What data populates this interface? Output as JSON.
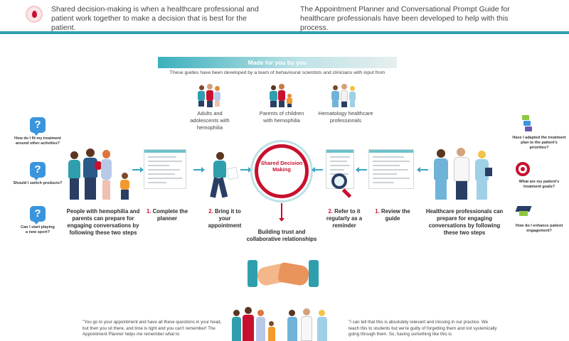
{
  "header": {
    "left_text": "Shared decision-making is when a healthcare professional and patient work together to make a decision that is best for the patient.",
    "right_text": "The Appointment Planner and Conversational Prompt Guide for healthcare professionals have been developed to help with this process."
  },
  "banner": {
    "title": "Made for you by you",
    "subtitle": "These guides have been developed by a team of behavioural scientists and clinicians with input from"
  },
  "groups": [
    {
      "label": "Adults and adolescents with hemophilia"
    },
    {
      "label": "Parents of children with hemophilia"
    },
    {
      "label": "Hematology healthcare professionals"
    }
  ],
  "patient_questions": [
    {
      "text": "How do I fit my treatment around other activities?"
    },
    {
      "text": "Should I switch products?"
    },
    {
      "text": "Can I start playing a new sport?"
    }
  ],
  "hcp_questions": [
    {
      "text": "Have I adapted the treatment plan to the patient's priorities?"
    },
    {
      "text": "What are my patient's treatment goals?"
    },
    {
      "text": "How do I enhance patient engagement?"
    }
  ],
  "patient_steps": {
    "intro": "People with hemophilia and parents can prepare for engaging conversations by following these two steps",
    "step1_num": "1.",
    "step1": "Complete the planner",
    "step2_num": "2.",
    "step2": "Bring it to your appointment"
  },
  "hcp_steps": {
    "intro": "Healthcare professionals can prepare for engaging conversations by following these two steps",
    "step1_num": "1.",
    "step1": "Review the guide",
    "step2_num": "2.",
    "step2": "Refer to it regularly as a reminder"
  },
  "center": {
    "label": "Shared Decision Making",
    "outcome": "Building trust and collaborative relationships"
  },
  "quotes": {
    "left": "\"You go to your appointment and have all these questions in your head, but then you sit there, and time is tight and you can't remember! The Appointment Planner helps me remember what to",
    "right": "\"I can tell that this is absolutely relevant and missing in our practice. We teach this to students but we're guilty of forgetting them and not systemically going through them. So, having something like this is"
  },
  "colors": {
    "accent_teal": "#2f9fae",
    "accent_red": "#c8102e",
    "question_blue": "#3a95dd"
  }
}
